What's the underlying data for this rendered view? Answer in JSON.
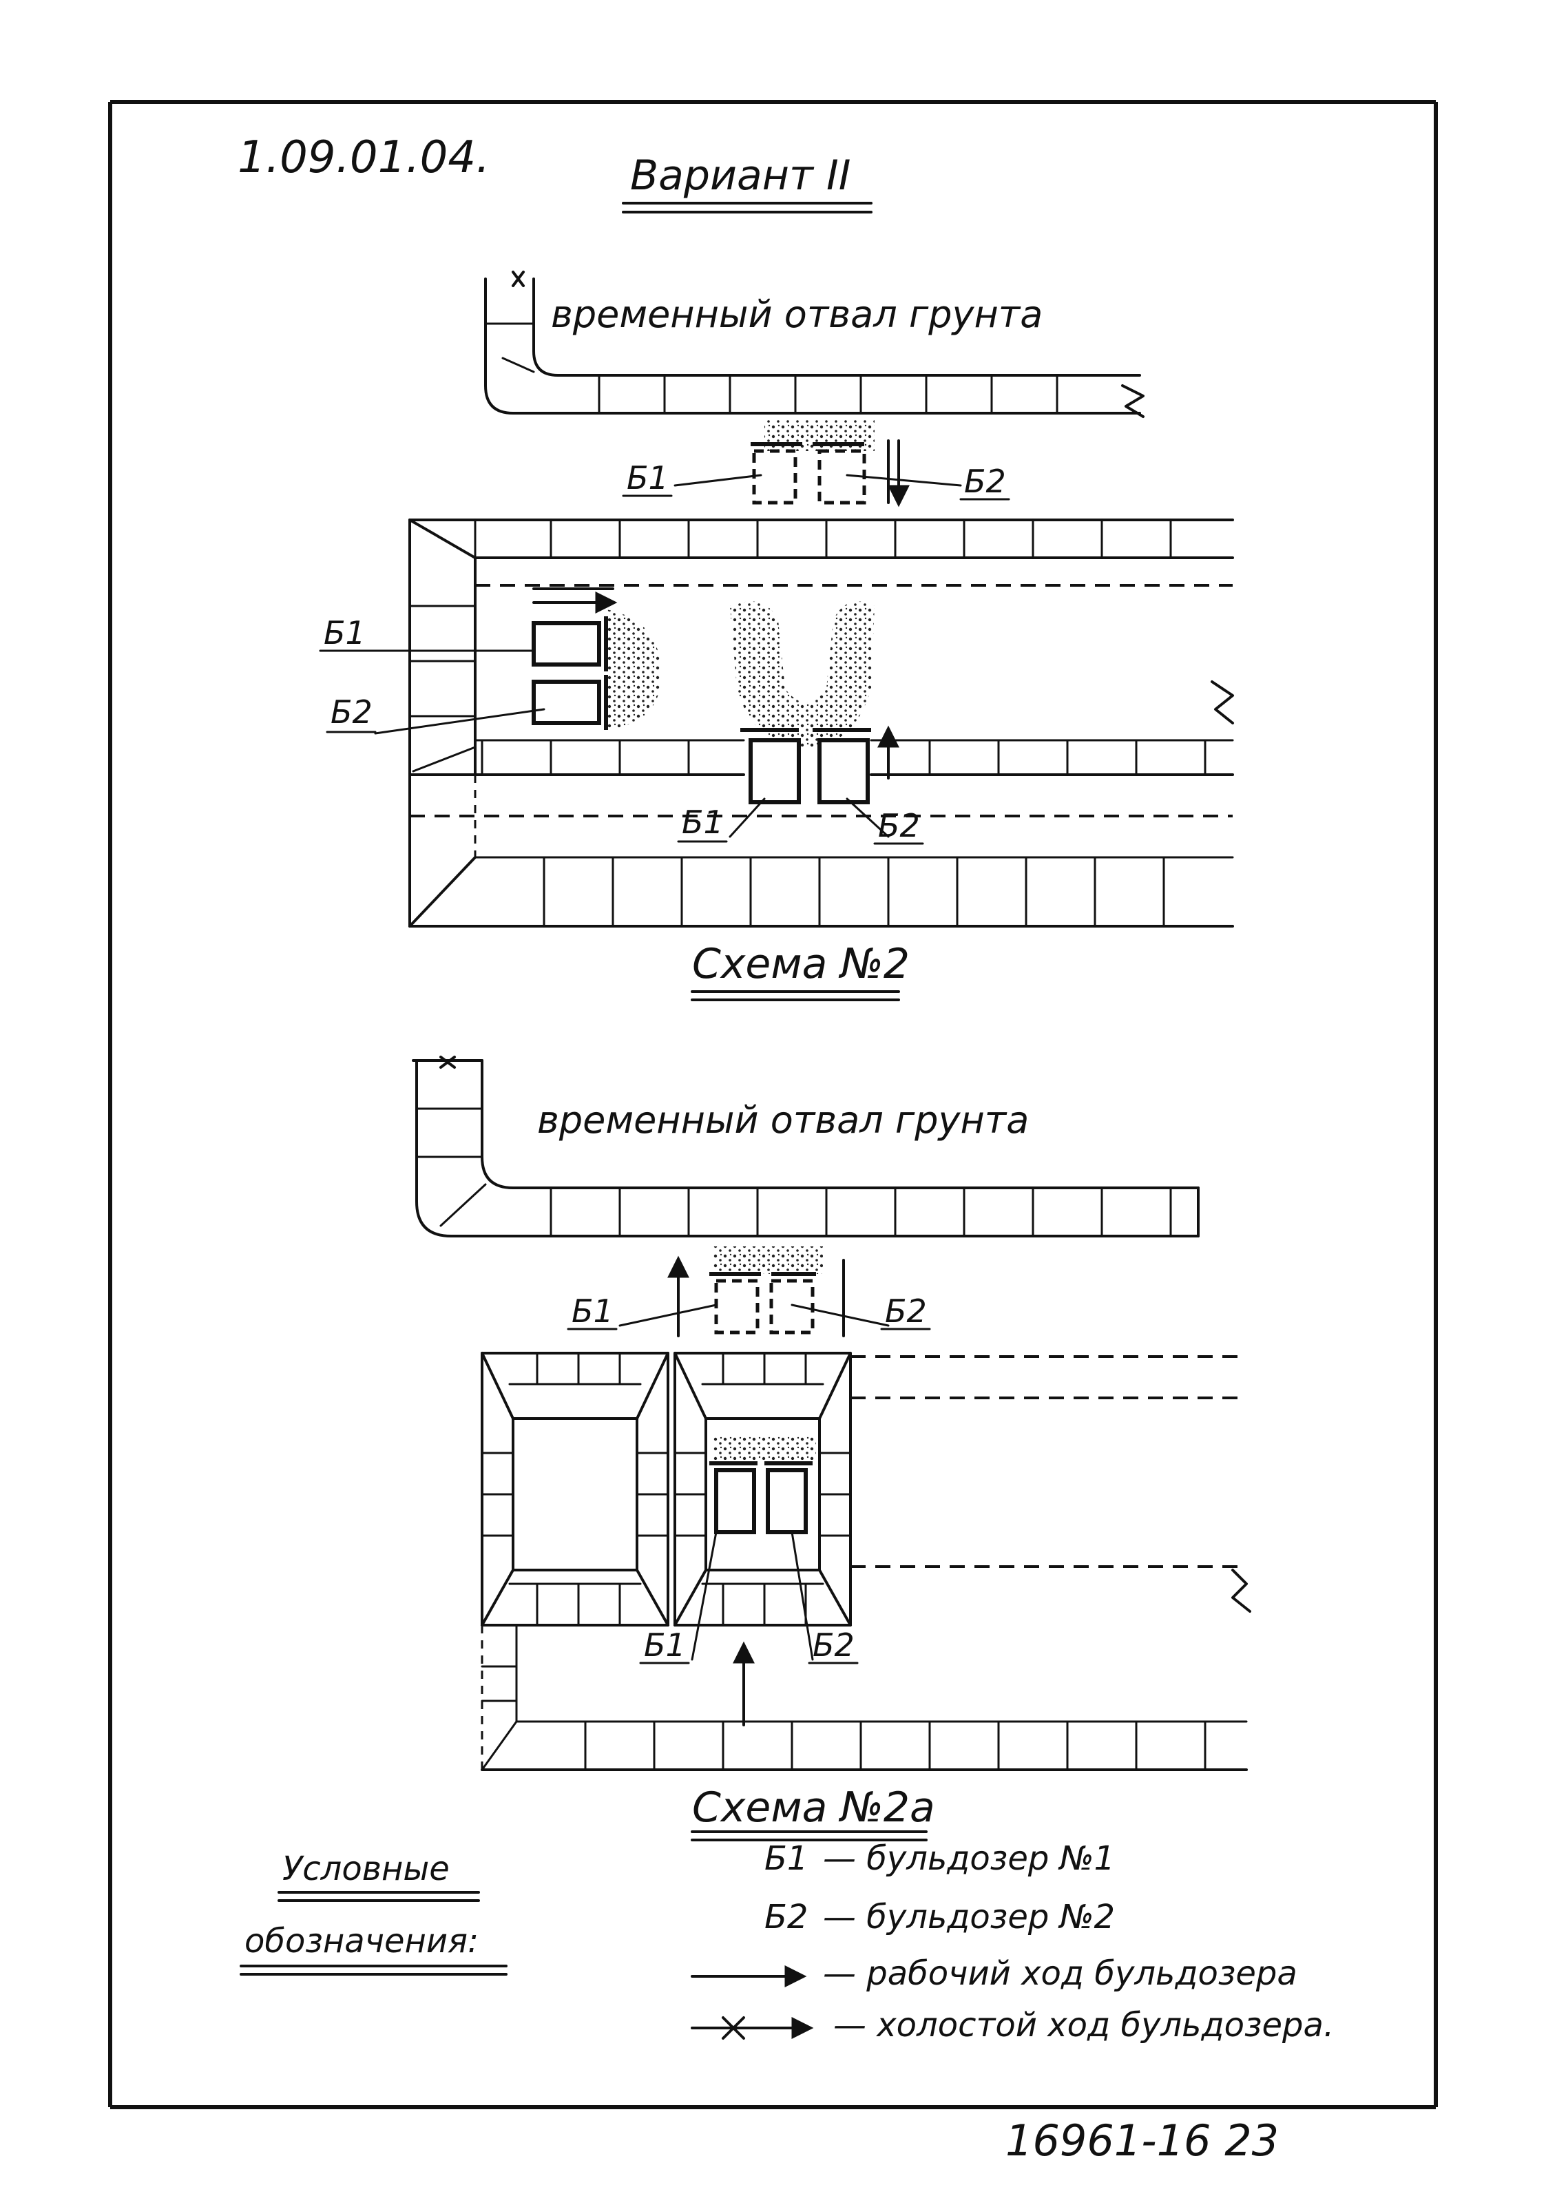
{
  "sheet": {
    "code": "1.09.01.04.",
    "variant_title": "Вариант II",
    "stamp": "16961-16  23"
  },
  "scheme2": {
    "dump_label": "временный отвал грунта",
    "b1": "Б1",
    "b2": "Б2",
    "caption": "Схема №2"
  },
  "scheme2a": {
    "dump_label": "временный отвал грунта",
    "b1": "Б1",
    "b2": "Б2",
    "caption": "Схема №2а"
  },
  "legend": {
    "title_line1": "Условные",
    "title_line2": "обозначения:",
    "items": [
      {
        "symbol": "Б1",
        "text": "— бульдозер №1"
      },
      {
        "symbol": "Б2",
        "text": "— бульдозер №2"
      },
      {
        "symbol": "working-stroke-arrow",
        "text": "— рабочий ход бульдозера"
      },
      {
        "symbol": "idle-stroke-arrow",
        "text": "— холостой ход бульдозера."
      }
    ]
  }
}
